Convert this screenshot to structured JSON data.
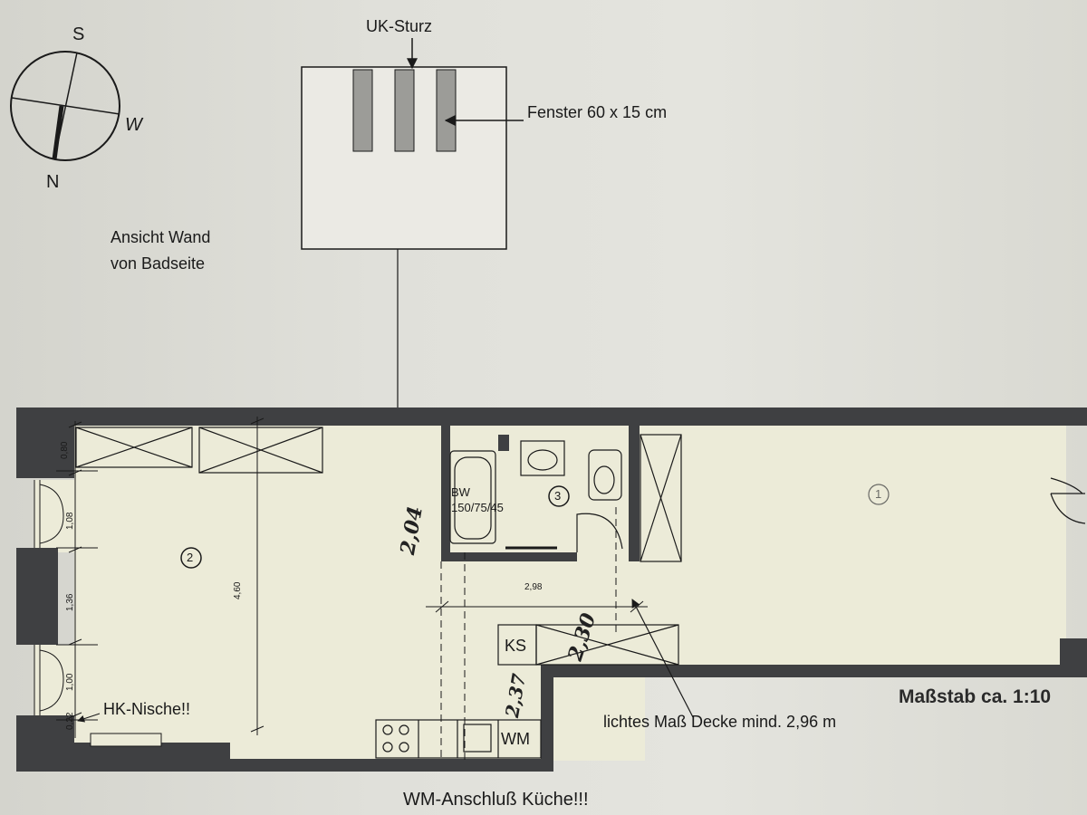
{
  "compass": {
    "south": "S",
    "west": "W",
    "north": "N"
  },
  "elevation": {
    "title_line1": "Ansicht Wand",
    "title_line2": "von Badseite",
    "lintel_label": "UK-Sturz",
    "window_label": "Fenster 60 x 15 cm",
    "window_count": 3
  },
  "rooms": {
    "room1": "1",
    "room2": "2",
    "room3": "3"
  },
  "fixtures": {
    "bathtub_line1": "BW",
    "bathtub_line2": "150/75/45",
    "fridge": "KS",
    "washer": "WM"
  },
  "dimensions": {
    "top_left_depth": "0,80",
    "door_top": "1,08",
    "wall_middle": "1,36",
    "door_bottom": "1,00",
    "bottom_gap": "0,22",
    "room_depth": "4,60",
    "hallway_width": "2,98"
  },
  "handwritten": {
    "ceiling_bath": "2,04",
    "ceiling_hall": "2,30",
    "ceiling_kitchen": "2,37"
  },
  "notes": {
    "radiator_niche": "HK-Nische!!",
    "ceiling_clearance": "lichtes Maß Decke mind. 2,96 m",
    "scale": "Maßstab ca. 1:10",
    "washer_kitchen": "WM-Anschluß Küche!!!"
  },
  "colors": {
    "wall": "#3f4042",
    "floor": "#ecebd8",
    "window_pane": "#9c9c98",
    "line": "#1a1a1a"
  }
}
